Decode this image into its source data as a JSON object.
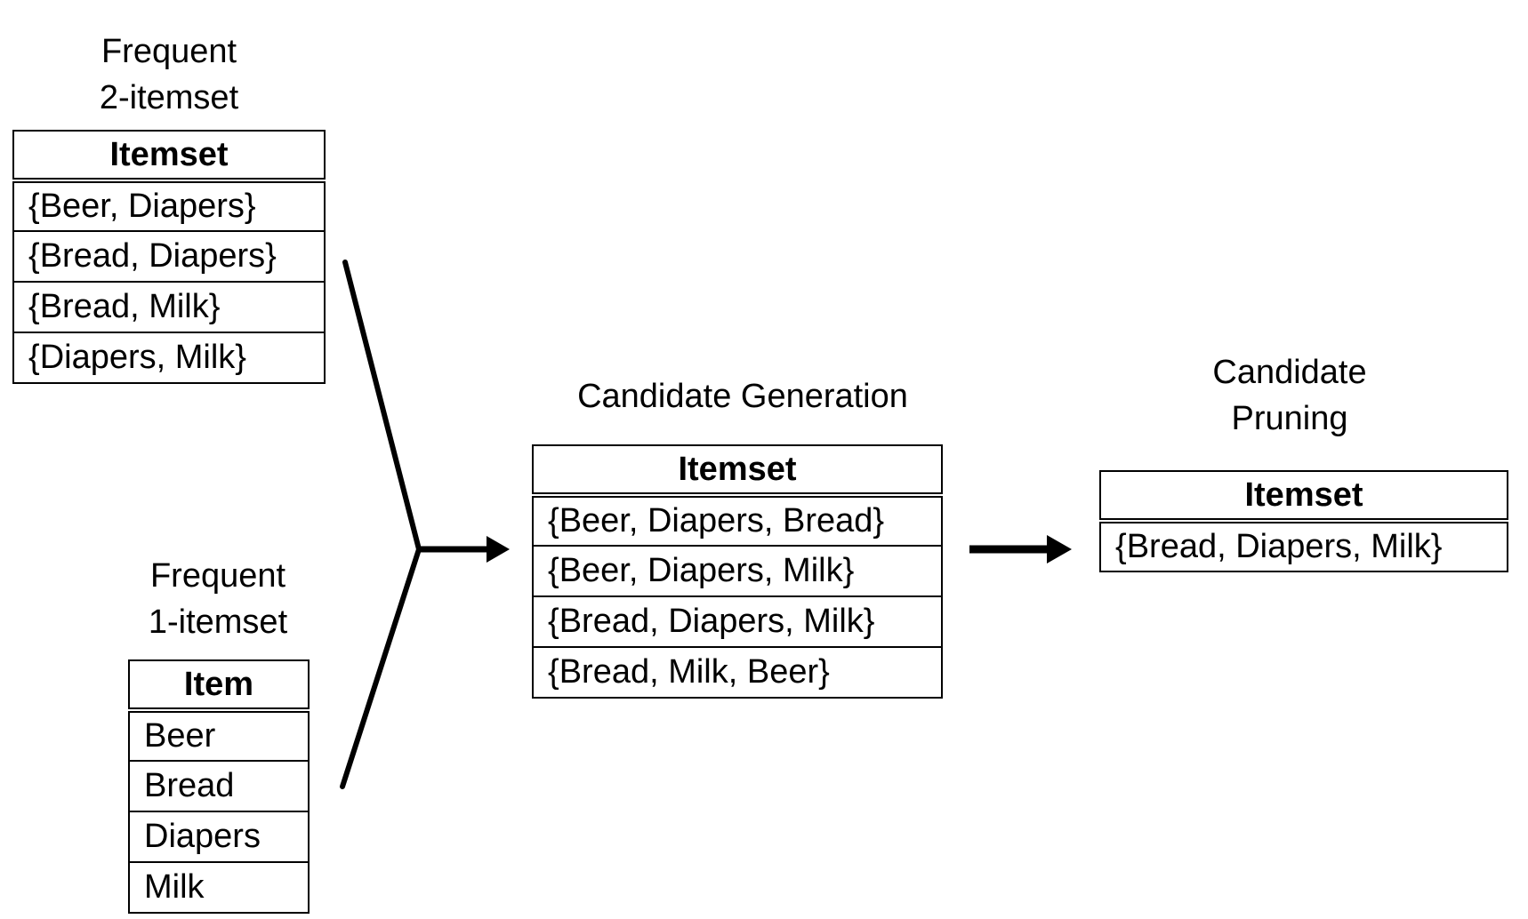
{
  "left_top": {
    "caption": [
      "Frequent",
      "2-itemset"
    ],
    "header": "Itemset",
    "rows": [
      "{Beer, Diapers}",
      "{Bread, Diapers}",
      "{Bread, Milk}",
      "{Diapers, Milk}"
    ]
  },
  "left_bottom": {
    "caption": [
      "Frequent",
      "1-itemset"
    ],
    "header": "Item",
    "rows": [
      "Beer",
      "Bread",
      "Diapers",
      "Milk"
    ]
  },
  "middle": {
    "caption": "Candidate Generation",
    "header": "Itemset",
    "rows": [
      "{Beer, Diapers, Bread}",
      "{Beer, Diapers, Milk}",
      "{Bread, Diapers, Milk}",
      "{Bread, Milk, Beer}"
    ]
  },
  "right": {
    "caption": [
      "Candidate",
      "Pruning"
    ],
    "header": "Itemset",
    "rows": [
      "{Bread, Diapers, Milk}"
    ]
  }
}
